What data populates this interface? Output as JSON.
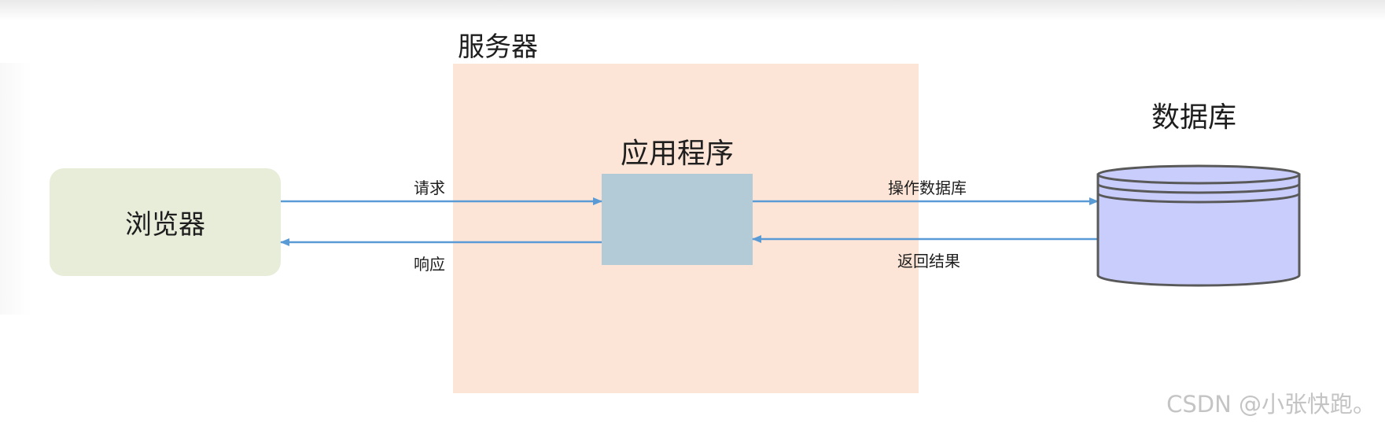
{
  "server": {
    "label": "服务器"
  },
  "browser": {
    "label": "浏览器"
  },
  "app": {
    "label": "应用程序"
  },
  "database": {
    "label": "数据库"
  },
  "arrows": {
    "request": "请求",
    "response": "响应",
    "db_operate": "操作数据库",
    "db_return": "返回结果"
  },
  "watermark": "CSDN @小张快跑。",
  "colors": {
    "server_fill": "#fce4d6",
    "browser_fill": "#e8edda",
    "app_fill": "#b3cbd6",
    "database_fill": "#c9cdfb",
    "database_stroke": "#595959",
    "arrow": "#5b9bd5"
  }
}
